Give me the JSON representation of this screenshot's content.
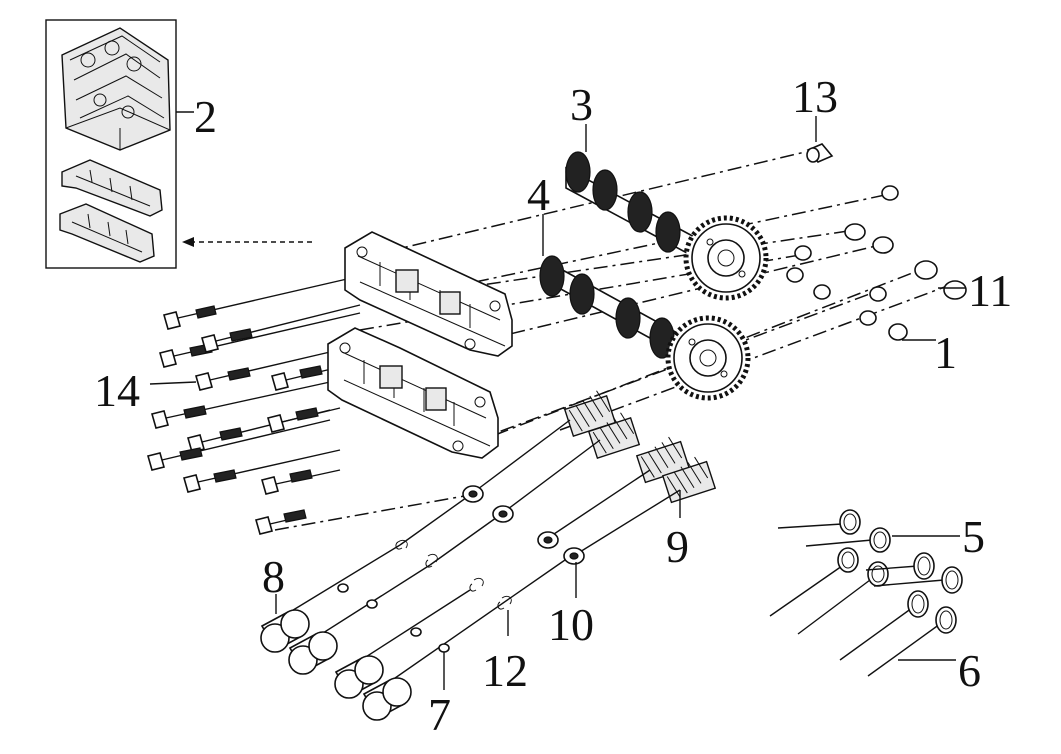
{
  "diagram": {
    "callouts": [
      {
        "id": "1",
        "text": "1"
      },
      {
        "id": "2",
        "text": "2"
      },
      {
        "id": "3",
        "text": "3"
      },
      {
        "id": "4",
        "text": "4"
      },
      {
        "id": "5",
        "text": "5"
      },
      {
        "id": "6",
        "text": "6"
      },
      {
        "id": "7",
        "text": "7"
      },
      {
        "id": "8",
        "text": "8"
      },
      {
        "id": "9",
        "text": "9"
      },
      {
        "id": "10",
        "text": "10"
      },
      {
        "id": "11",
        "text": "11"
      },
      {
        "id": "12",
        "text": "12"
      },
      {
        "id": "13",
        "text": "13"
      },
      {
        "id": "14",
        "text": "14"
      }
    ],
    "colors": {
      "line": "#111111",
      "background": "#ffffff"
    }
  }
}
